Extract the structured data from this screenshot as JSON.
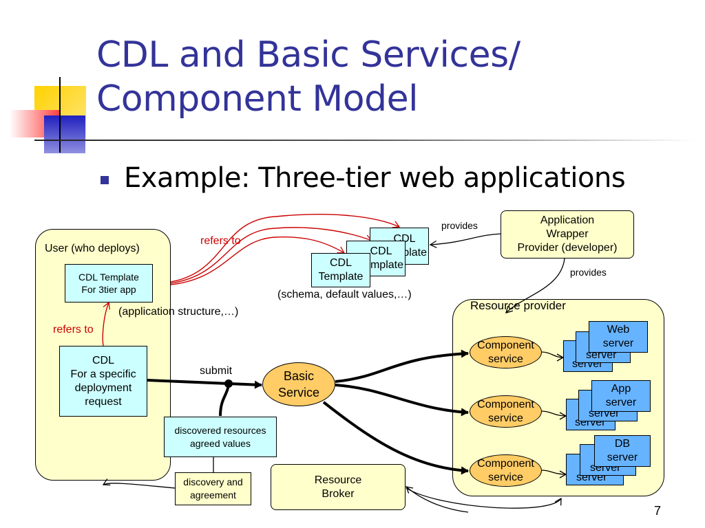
{
  "slide": {
    "title": "CDL and Basic Services/\nComponent Model",
    "bullet": "Example: Three-tier web applications",
    "page_number": "7"
  },
  "diagram": {
    "user_region_label": "User (who deploys)",
    "cdl_template_3tier": "CDL Template\nFor 3tier app",
    "app_structure_note": "(application structure,…)",
    "refers_to_left": "refers to",
    "refers_to_top": "refers to",
    "cdl_specific": "CDL\nFor a specific\ndeployment\nrequest",
    "submit_label": "submit",
    "basic_service": "Basic\nService",
    "discovered_resources": "discovered resources\nagreed values",
    "discovery_agreement": "discovery and\nagreement",
    "resource_broker": "Resource\nBroker",
    "cdl_template_front": "CDL\nTemplate",
    "cdl_template_middle": "CDL\nTemplate",
    "cdl_template_back": "CDL\nTemplate",
    "schema_note": "(schema, default values,…)",
    "provides_top": "provides",
    "provides_right": "provides",
    "app_wrapper_provider": "Application\nWrapper\nProvider (developer)",
    "resource_provider_label": "Resource provider",
    "component_service_1": "Component\nservice",
    "component_service_2": "Component\nservice",
    "component_service_3": "Component\nservice",
    "web_server": "Web\nserver",
    "app_server": "App\nserver",
    "db_server": "DB\nserver",
    "stack_server_label": "server"
  }
}
